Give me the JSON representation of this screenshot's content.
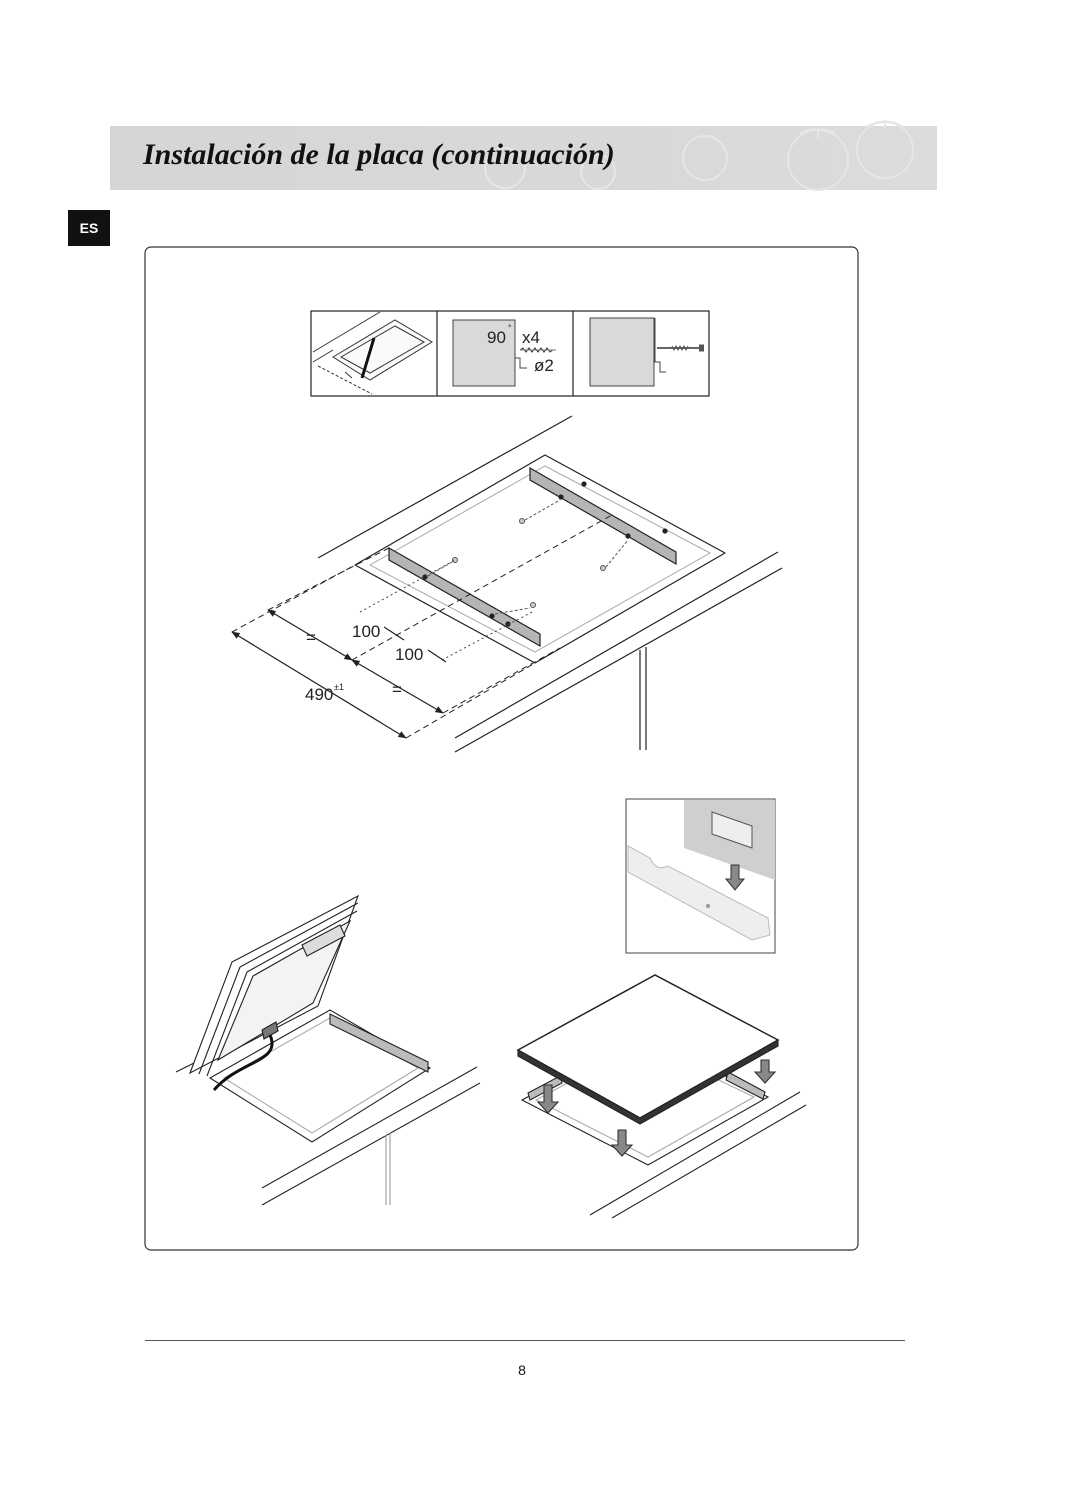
{
  "header": {
    "title": "Instalación de la placa (continuación)"
  },
  "language_tab": "ES",
  "figure": {
    "step_panel": {
      "angle": "90",
      "degree_mark": "°",
      "quantity": "x4",
      "drill_diameter": "ø2"
    },
    "dimensions": {
      "spacing_first": "100",
      "spacing_second": "100",
      "equal_first": "=",
      "equal_second": "=",
      "cutout_depth": "490",
      "tolerance": "±1"
    }
  },
  "footer": {
    "page_number": "8"
  },
  "colors": {
    "header_band": "#d8d8d8",
    "language_tab": "#111111",
    "bracket": "#b5b5b5"
  }
}
